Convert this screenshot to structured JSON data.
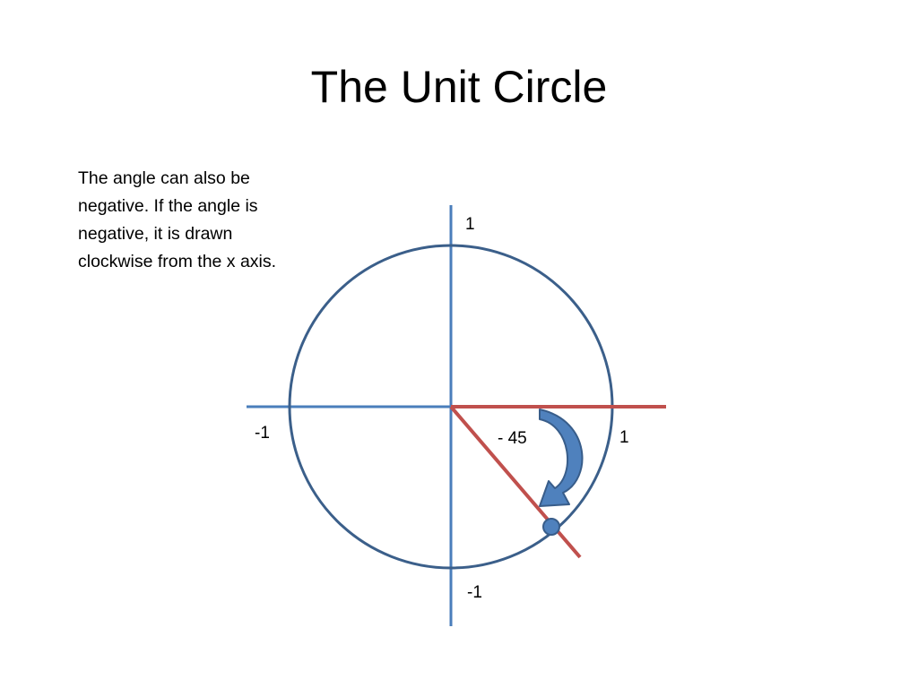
{
  "slide": {
    "title": "The Unit Circle",
    "body": "The angle can also be negative. If the angle is negative, it is drawn clockwise from the x axis."
  },
  "diagram": {
    "labels": {
      "y_top": "1",
      "y_bottom": "-1",
      "x_left": "-1",
      "x_right": "1",
      "angle": "- 45"
    },
    "colors": {
      "axis": "#4a7ebb",
      "circle": "#3b5f8a",
      "ray": "#c0504d",
      "arrow_fill": "#4f81bd",
      "arrow_stroke": "#385d8a",
      "point_fill": "#4f81bd"
    }
  }
}
